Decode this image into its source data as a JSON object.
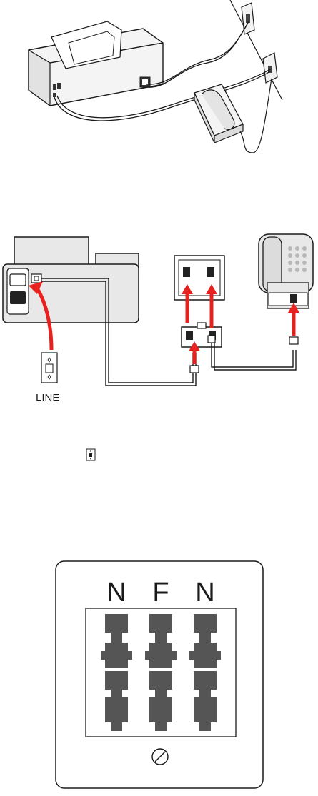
{
  "figures": {
    "setup_overview": {},
    "splitter_connection": {
      "line_label": "LINE"
    },
    "tae_wall_socket": {
      "port_labels": [
        "N",
        "F",
        "N"
      ]
    }
  },
  "colors": {
    "arrow": "#e8201e",
    "outline": "#1a1a1a",
    "device_fill": "#e8e8e8",
    "dark_part": "#555555"
  }
}
